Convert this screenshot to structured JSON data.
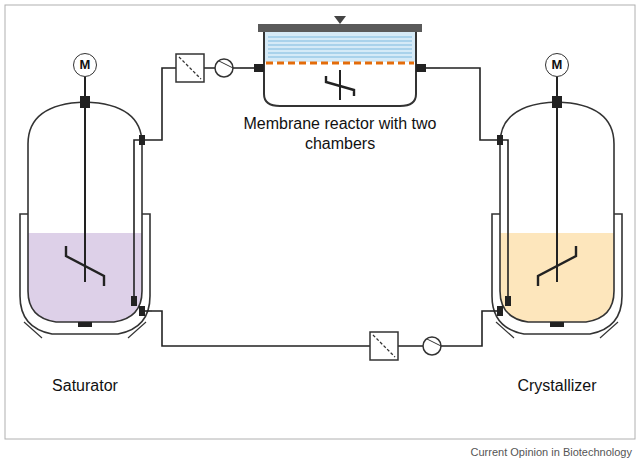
{
  "diagram": {
    "nodes": [
      {
        "text": [
          "Membrane reactor with two chambers"
        ]
      },
      {
        "text": [
          "M"
        ]
      },
      {
        "text": [
          "M"
        ]
      },
      {
        "text": [
          "Saturator"
        ]
      },
      {
        "text": [
          "Crystallizer"
        ]
      }
    ],
    "edges": [
      {
        "from": 1,
        "to": 3,
        "arrow": "none"
      },
      {
        "from": 2,
        "to": 4,
        "arrow": "none"
      },
      {
        "from": 3,
        "to": 0,
        "arrow": "none"
      },
      {
        "from": 0,
        "to": 4,
        "arrow": "none"
      },
      {
        "from": 4,
        "to": 3,
        "arrow": "none"
      }
    ],
    "labels": [
      "Current Opinion in Biotechnology"
    ]
  }
}
